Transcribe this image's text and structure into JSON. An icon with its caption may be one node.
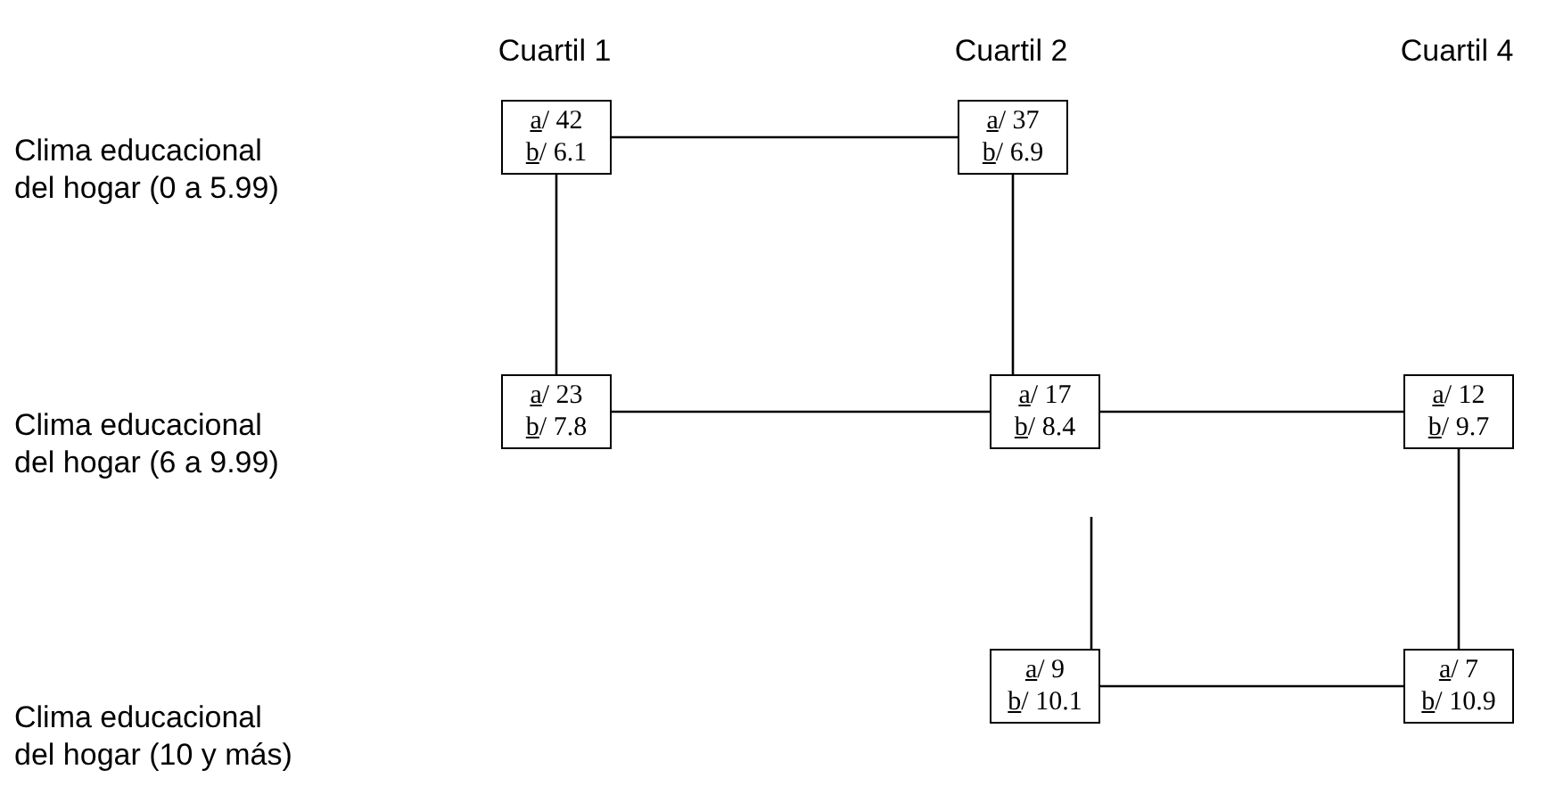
{
  "diagram": {
    "nodes": [
      {
        "text": [
          "a/ 42",
          "b/ 6.1"
        ]
      },
      {
        "text": [
          "a/ 37",
          "b/ 6.9"
        ]
      },
      {
        "text": [
          "a/ 23",
          "b/ 7.8"
        ]
      },
      {
        "text": [
          "a/ 17",
          "b/ 8.4"
        ]
      },
      {
        "text": [
          "a/ 12",
          "b/ 9.7"
        ]
      },
      {
        "text": [
          "a/ 9",
          "b/ 10.1"
        ]
      },
      {
        "text": [
          "a/ 7",
          "b/ 10.9"
        ]
      }
    ],
    "edges": [
      {
        "from": 0,
        "to": 1,
        "arrow": "none"
      },
      {
        "from": 0,
        "to": 2,
        "arrow": "none"
      },
      {
        "from": 1,
        "to": 3,
        "arrow": "none"
      },
      {
        "from": 2,
        "to": 3,
        "arrow": "none"
      },
      {
        "from": 3,
        "to": 4,
        "arrow": "none"
      },
      {
        "from": 3,
        "to": 5,
        "arrow": "none"
      },
      {
        "from": 4,
        "to": 6,
        "arrow": "none"
      },
      {
        "from": 5,
        "to": 6,
        "arrow": "none"
      }
    ],
    "labels": [
      "Cuartil 1",
      "Cuartil 2",
      "Cuartil 4",
      "Clima educacional del hogar (0 a 5.99)",
      "Clima educacional del hogar (6 a 9.99)",
      "Clima educacional del hogar (10 y más)"
    ]
  }
}
